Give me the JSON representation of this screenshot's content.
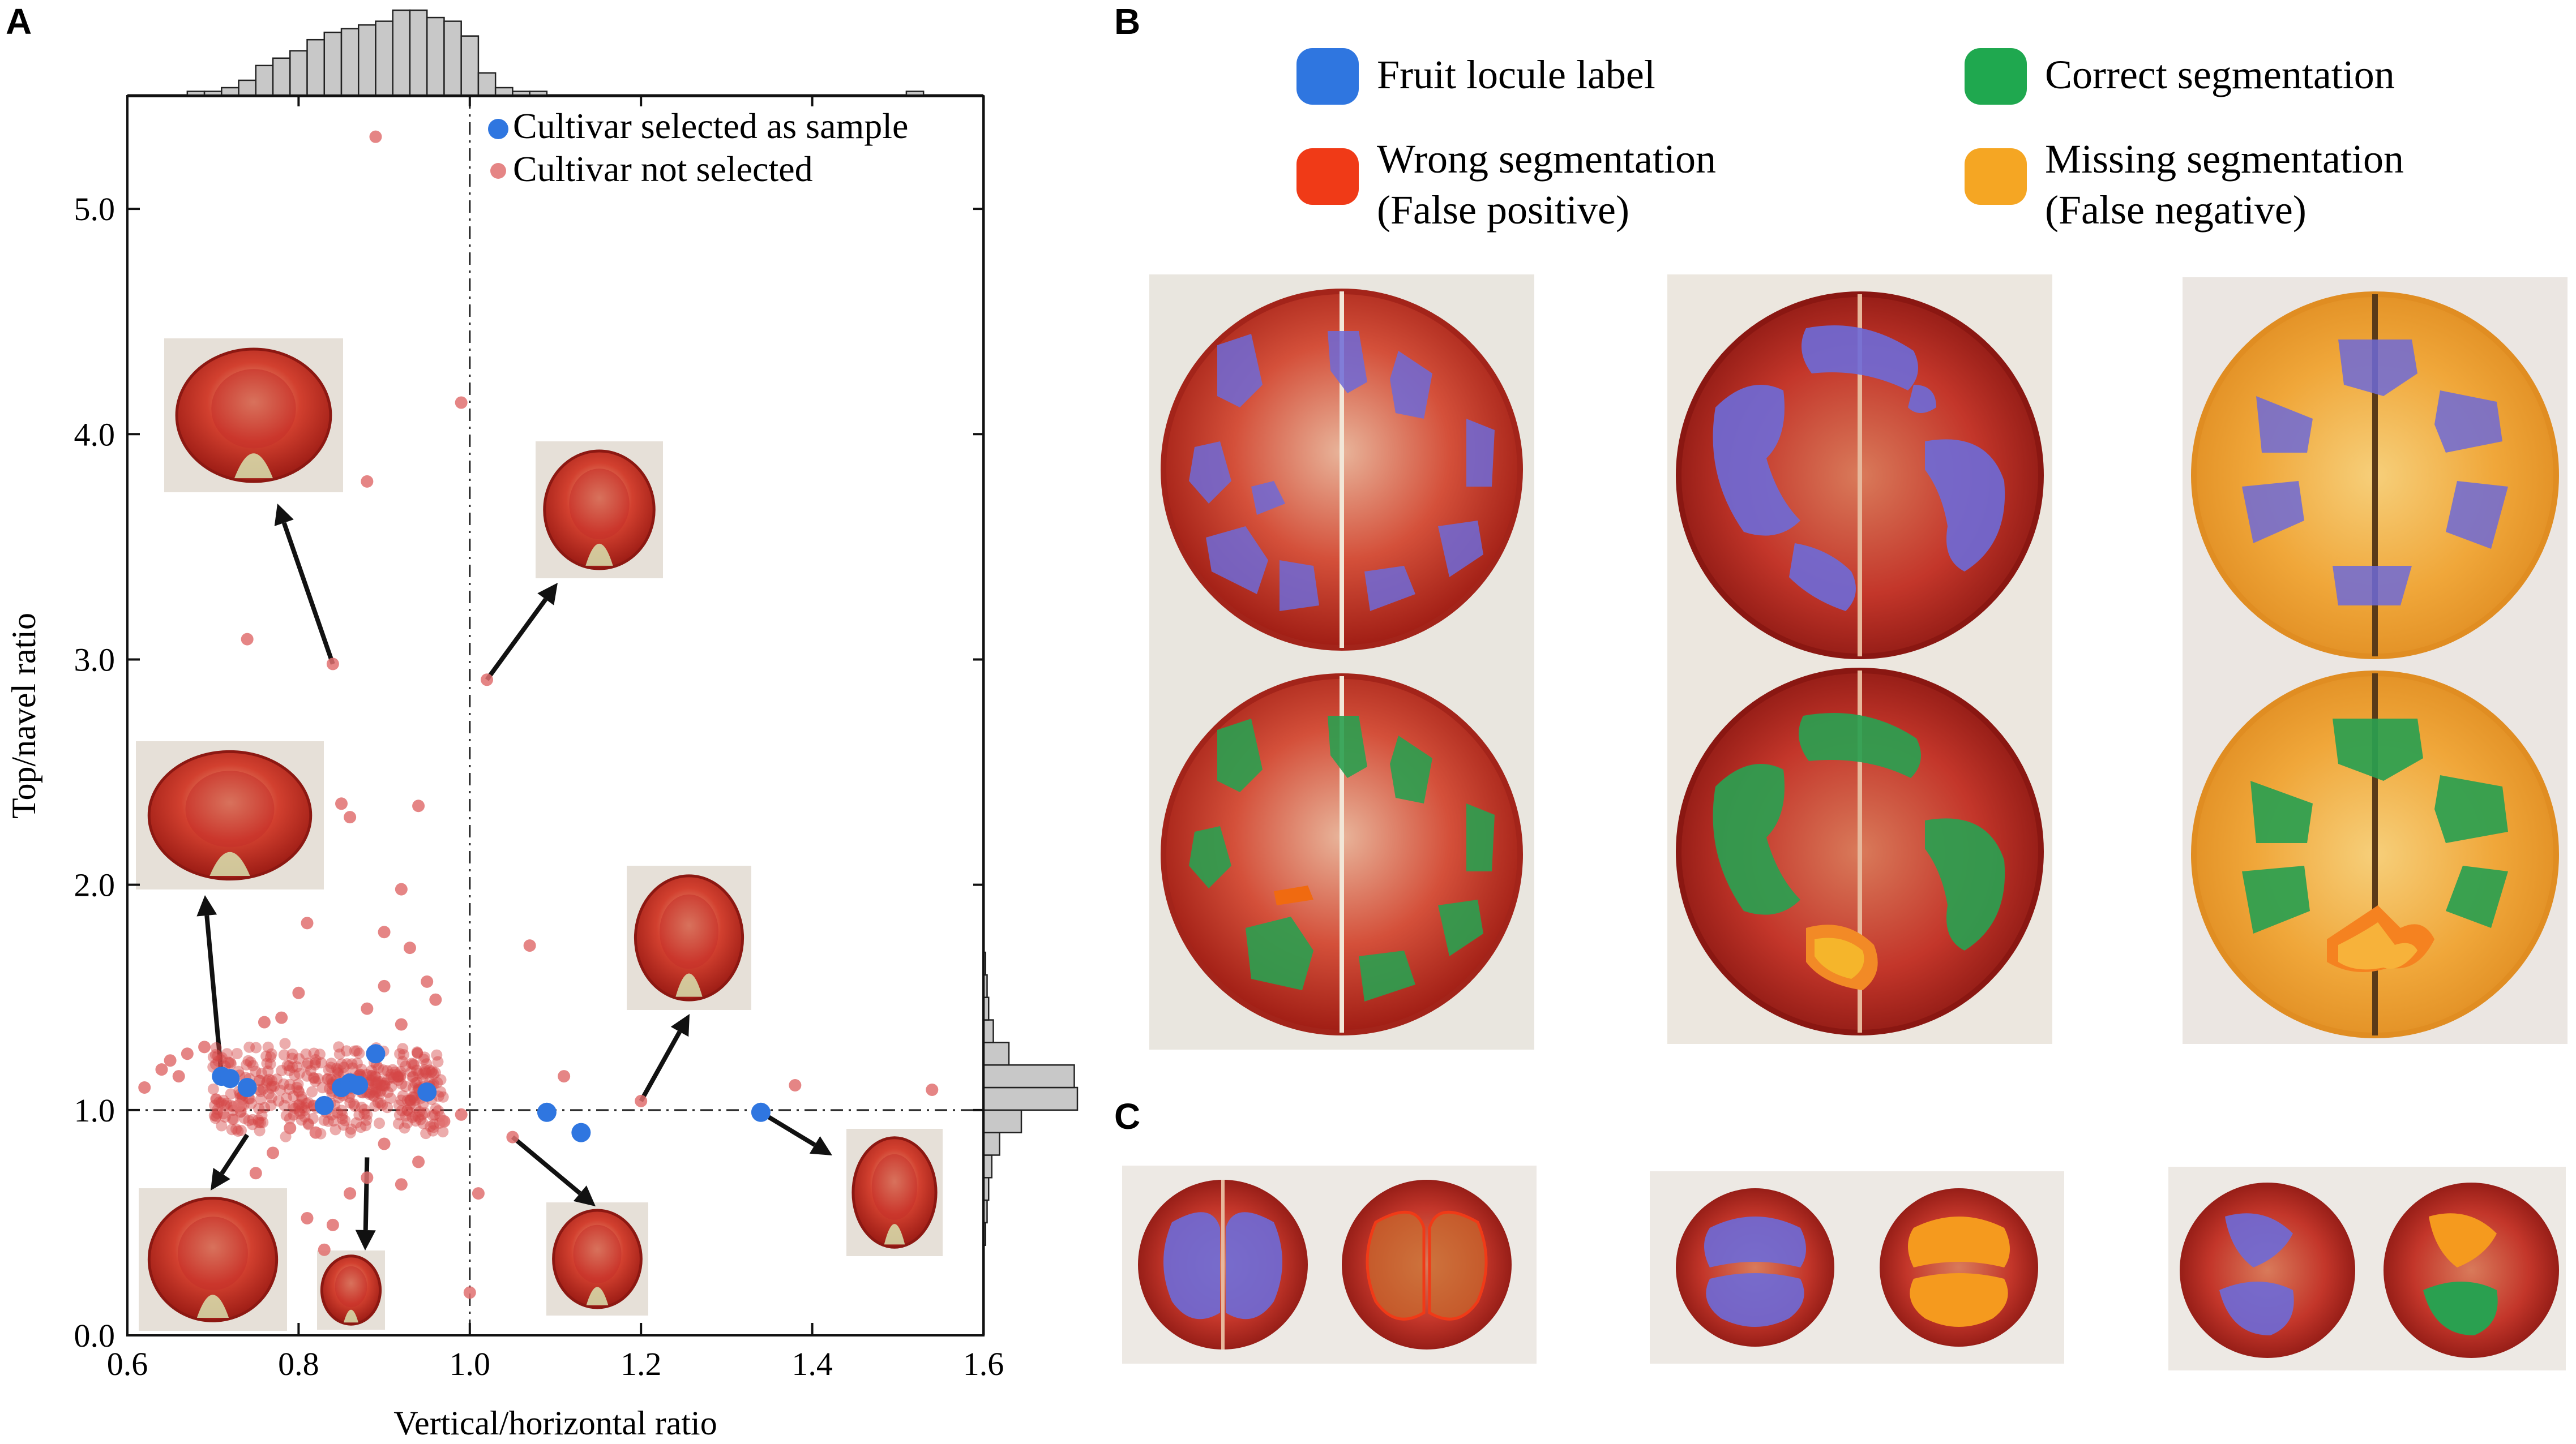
{
  "panels": {
    "a": {
      "letter": "A"
    },
    "b": {
      "letter": "B",
      "legend": [
        {
          "line1": "Fruit locule label",
          "line2": "",
          "color": "#2f76e0"
        },
        {
          "line1": "Correct segmentation",
          "line2": "",
          "color": "#1fa84f"
        },
        {
          "line1": "Wrong segmentation",
          "line2": "(False positive)",
          "color": "#f03a17"
        },
        {
          "line1": "Missing segmentation",
          "line2": "(False negative)",
          "color": "#f5a623"
        }
      ]
    },
    "c": {
      "letter": "C"
    }
  },
  "chart_data": {
    "type": "scatter",
    "xlabel": "Vertical/horizontal ratio",
    "ylabel": "Top/navel ratio",
    "xlim": [
      0.6,
      1.6
    ],
    "ylim": [
      0.0,
      5.5
    ],
    "xticks": [
      0.6,
      0.8,
      1.0,
      1.2,
      1.4,
      1.6
    ],
    "xtick_labels": [
      "0.6",
      "0.8",
      "1.0",
      "1.2",
      "1.4",
      "1.6"
    ],
    "yticks": [
      0.0,
      1.0,
      2.0,
      3.0,
      4.0,
      5.0
    ],
    "ytick_labels": [
      "0.0",
      "1.0",
      "2.0",
      "3.0",
      "4.0",
      "5.0"
    ],
    "reference_lines": {
      "x": 1.0,
      "y": 1.0
    },
    "legend_position": "top-right",
    "series": [
      {
        "name": "Cultivar selected as sample",
        "color": "#2f76e0",
        "points": [
          [
            0.71,
            1.15
          ],
          [
            0.72,
            1.14
          ],
          [
            0.74,
            1.1
          ],
          [
            0.83,
            1.02
          ],
          [
            0.85,
            1.1
          ],
          [
            0.86,
            1.12
          ],
          [
            0.87,
            1.11
          ],
          [
            0.89,
            1.25
          ],
          [
            0.95,
            1.08
          ],
          [
            1.09,
            0.99
          ],
          [
            1.13,
            0.9
          ],
          [
            1.34,
            0.99
          ]
        ]
      },
      {
        "name": "Cultivar not selected",
        "color": "#e07070",
        "points": [
          [
            0.89,
            5.32
          ],
          [
            0.99,
            4.14
          ],
          [
            0.88,
            3.79
          ],
          [
            0.74,
            3.09
          ],
          [
            0.84,
            2.98
          ],
          [
            1.02,
            2.91
          ],
          [
            0.85,
            2.36
          ],
          [
            0.94,
            2.35
          ],
          [
            0.86,
            2.3
          ],
          [
            0.92,
            1.98
          ],
          [
            0.81,
            1.83
          ],
          [
            0.9,
            1.79
          ],
          [
            0.93,
            1.72
          ],
          [
            1.07,
            1.73
          ],
          [
            0.95,
            1.57
          ],
          [
            0.96,
            1.49
          ],
          [
            0.8,
            1.52
          ],
          [
            0.9,
            1.55
          ],
          [
            0.78,
            1.41
          ],
          [
            0.76,
            1.39
          ],
          [
            0.92,
            1.38
          ],
          [
            0.88,
            1.45
          ],
          [
            0.69,
            1.28
          ],
          [
            0.67,
            1.25
          ],
          [
            0.65,
            1.22
          ],
          [
            0.62,
            1.1
          ],
          [
            0.64,
            1.18
          ],
          [
            0.66,
            1.15
          ],
          [
            1.11,
            1.15
          ],
          [
            1.2,
            1.04
          ],
          [
            1.38,
            1.11
          ],
          [
            1.54,
            1.09
          ],
          [
            1.05,
            0.88
          ],
          [
            1.01,
            0.63
          ],
          [
            1.0,
            0.19
          ],
          [
            0.99,
            0.98
          ],
          [
            0.84,
            0.49
          ],
          [
            0.86,
            0.63
          ],
          [
            0.83,
            0.38
          ],
          [
            0.92,
            0.67
          ],
          [
            0.81,
            0.52
          ],
          [
            0.75,
            0.72
          ],
          [
            0.77,
            0.81
          ],
          [
            0.79,
            0.92
          ],
          [
            0.9,
            0.85
          ],
          [
            0.94,
            0.77
          ],
          [
            0.73,
            1.02
          ],
          [
            0.97,
            0.95
          ],
          [
            0.82,
            0.9
          ],
          [
            0.88,
            0.7
          ]
        ]
      }
    ],
    "histogram_top": {
      "bin_edges_start": 0.63,
      "bin_width": 0.02,
      "counts": [
        0,
        0,
        1,
        1,
        2,
        4,
        8,
        10,
        12,
        15,
        17,
        18,
        19,
        20,
        23,
        23,
        21,
        20,
        16,
        6,
        2,
        1,
        1,
        0,
        0,
        0,
        0,
        0,
        0,
        0,
        0,
        0,
        0,
        0,
        0,
        0,
        0,
        0,
        0,
        0,
        0,
        0,
        0,
        0,
        1,
        0,
        0
      ]
    },
    "histogram_right": {
      "bin_edges_start": 0.4,
      "bin_width": 0.1,
      "counts": [
        1,
        2,
        3,
        5,
        10,
        24,
        60,
        58,
        16,
        6,
        3,
        2,
        1
      ]
    }
  }
}
